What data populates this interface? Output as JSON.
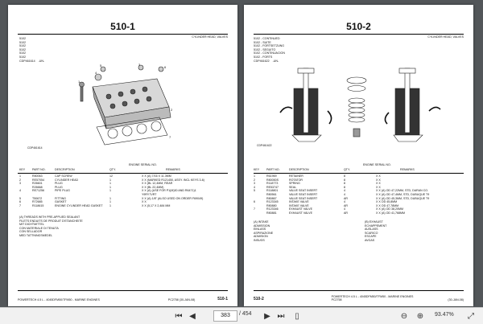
{
  "page1": {
    "title": "510-1",
    "header_right": "CYLINDER HEAD, VALVES",
    "codes": [
      "5102",
      "5102",
      "5102",
      "5102",
      "5102",
      "5102"
    ],
    "code_line": "CDP461614",
    "code_line_b": "-UN-",
    "figure_code": "CDP461614",
    "col_heads": {
      "key": "KEY",
      "part": "PART NO.",
      "desc": "DESCRIPTION",
      "qty": "QTY.",
      "engine": "ENGINE SERIAL NO.",
      "remarks": "REMARKS"
    },
    "rows": [
      {
        "key": "1",
        "part": "R80063",
        "desc": "CAP SCREW",
        "qty": "12",
        "rem": "X X (A) 7/16 X 11.3MM"
      },
      {
        "key": "2",
        "part": "RE57054",
        "desc": "CYLINDER HEAD",
        "qty": "1",
        "rem": "X X (MARKED R121450, ASSY. INCL KEYS 3-6)"
      },
      {
        "key": "3",
        "part": "R26601",
        "desc": "PLUG",
        "qty": "1",
        "rem": "X X (BL 12,4MM, REAR"
      },
      {
        "key": "",
        "part": "R26668",
        "desc": "PLUG",
        "qty": "1",
        "rem": "X X (BL 22,4MM)"
      },
      {
        "key": "4",
        "part": "RE71256",
        "desc": "PIPE PLUG",
        "qty": "1",
        "rem": "X X (A) (USE FOR P1(M)30 AND R6471)1"
      },
      {
        "key": "",
        "part": "",
        "desc": "",
        "qty": "",
        "rem": "Y9RY7VRT"
      },
      {
        "key": "5",
        "part": "T50672",
        "desc": "FITTING",
        "qty": "1",
        "rem": "X X (A) 1/8\" (ALSO USED ON ORDER F69049)"
      },
      {
        "key": "6",
        "part": "R72685",
        "desc": "GASKET",
        "qty": "1",
        "rem": "X X"
      },
      {
        "key": "7",
        "part": "R118615",
        "desc": "ENGINE CYLINDER HEAD GASKET",
        "qty": "1",
        "rem": "X X (5,17 X 2,484 MM"
      }
    ],
    "notes": [
      "(A) THREADS WITH PRE-APPLIED SEALANT",
      "FILETS ENDUITS DE PRODUIT D'ETANCHEITE",
      "MIT DICHTMITTEL",
      "CON MATERIALE DI TENUTA",
      "CON SELLADOR",
      "MED TATTNINGSMEDEL"
    ],
    "footer_left": "POWERTECH 4.5 L - 4045DFM50/TFM50 - MARINE ENGINES",
    "footer_mid": "PC2758 (30-JAN-08)",
    "footer_right": "510-1"
  },
  "page2": {
    "title": "510-2",
    "header_right": "CYLINDER HEAD, VALVES",
    "codes": [
      "5102 - CONTINUED",
      "5102 - SUITE",
      "5102 - FORTSETZUNG",
      "5102 - SEGUITO",
      "5102 - CONTINUACION",
      "5102 - FORTS"
    ],
    "code_line": "CDP461622",
    "code_line_b": "-UN-",
    "figure_code": "CDP461622",
    "col_heads": {
      "key": "KEY",
      "part": "PART NO.",
      "desc": "DESCRIPTION",
      "qty": "QTY.",
      "engine": "ENGINE SERIAL NO.",
      "remarks": "REMARKS"
    },
    "rows": [
      {
        "key": "1",
        "part": "R61969",
        "desc": "RETAINER",
        "qty": "8",
        "rem": "X X"
      },
      {
        "key": "2",
        "part": "R80050S",
        "desc": "ROTATOR",
        "qty": "8",
        "rem": "X X"
      },
      {
        "key": "3",
        "part": "R118773",
        "desc": "SPRING",
        "qty": "8",
        "rem": "X X"
      },
      {
        "key": "4",
        "part": "RE53747",
        "desc": "SEAL",
        "qty": "8",
        "rem": "X X"
      },
      {
        "key": "5",
        "part": "R118801",
        "desc": "VALVE SEAT INSERT",
        "qty": "4",
        "rem": "X X (A) OD 47,22MM, STD, DARAN CO."
      },
      {
        "key": "",
        "part": "R80561",
        "desc": "VALVE SEAT INSERT",
        "qty": "4",
        "rem": "X X (A) OD 47,4MM, STD, DUBUQUE T9"
      },
      {
        "key": "",
        "part": "R80867",
        "desc": "VALVE SEAT INSERT",
        "qty": "AR",
        "rem": "X X (A) OD 45,3MM, STD, DUBUQUE T9"
      },
      {
        "key": "6",
        "part": "R123345",
        "desc": "INTAKE VALVE",
        "qty": "4",
        "rem": "X X OD 45,8MM"
      },
      {
        "key": "",
        "part": "R80880",
        "desc": "INTAKE VALVE",
        "qty": "AR",
        "rem": "X X OD 47,78MM"
      },
      {
        "key": "7",
        "part": "R123346",
        "desc": "EXHAUST VALVE",
        "qty": "4",
        "rem": "X X (A) OD 38,20MM"
      },
      {
        "key": "",
        "part": "R80881",
        "desc": "EXHAUST VALVE",
        "qty": "AR",
        "rem": "X X (A) OD 41,768MM"
      }
    ],
    "notes_left": [
      "(A) INTAKE",
      "ADMISSION",
      "EINLASS",
      "ASPIRAZIONE",
      "ADMISION",
      "INSUGS"
    ],
    "notes_right": [
      "(B) EXHAUST",
      "ECHAPPEMENT",
      "AUSLASS",
      "SCARICO",
      "ESCAPE",
      "AVGAS"
    ],
    "footer_left": "510-2",
    "footer_mid": "POWERTECH 4.5 L - 4045DFM50/TFM50 - MARINE ENGINES  PC2758",
    "footer_right": "(30-JAN-08)"
  },
  "toolbar": {
    "current_page": "383",
    "total_pages": "/ 454",
    "zoom": "93.47%"
  }
}
